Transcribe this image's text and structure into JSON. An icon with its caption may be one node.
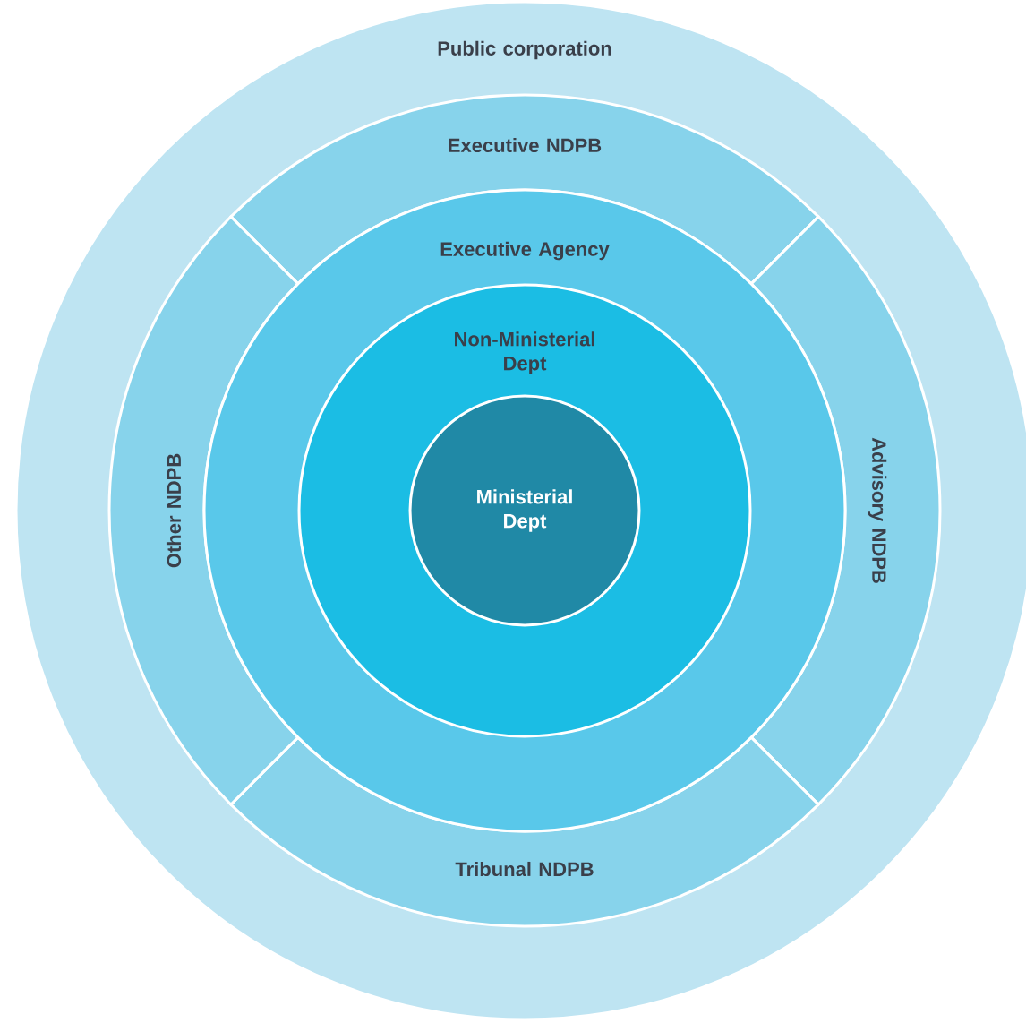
{
  "diagram": {
    "nodes": [
      {
        "text": [
          "Public corporation"
        ]
      },
      {
        "text": [
          "Executive NDPB"
        ],
        "in": 0
      },
      {
        "text": [
          "Advisory NDPB"
        ],
        "in": 0
      },
      {
        "text": [
          "Tribunal NDPB"
        ],
        "in": 0
      },
      {
        "text": [
          "Other NDPB"
        ],
        "in": 0
      },
      {
        "text": [
          "Executive Agency"
        ],
        "in": 0
      },
      {
        "text": [
          "Non-Ministerial Dept"
        ],
        "in": 5
      },
      {
        "text": [
          "Ministerial Dept"
        ],
        "in": 6
      }
    ]
  }
}
